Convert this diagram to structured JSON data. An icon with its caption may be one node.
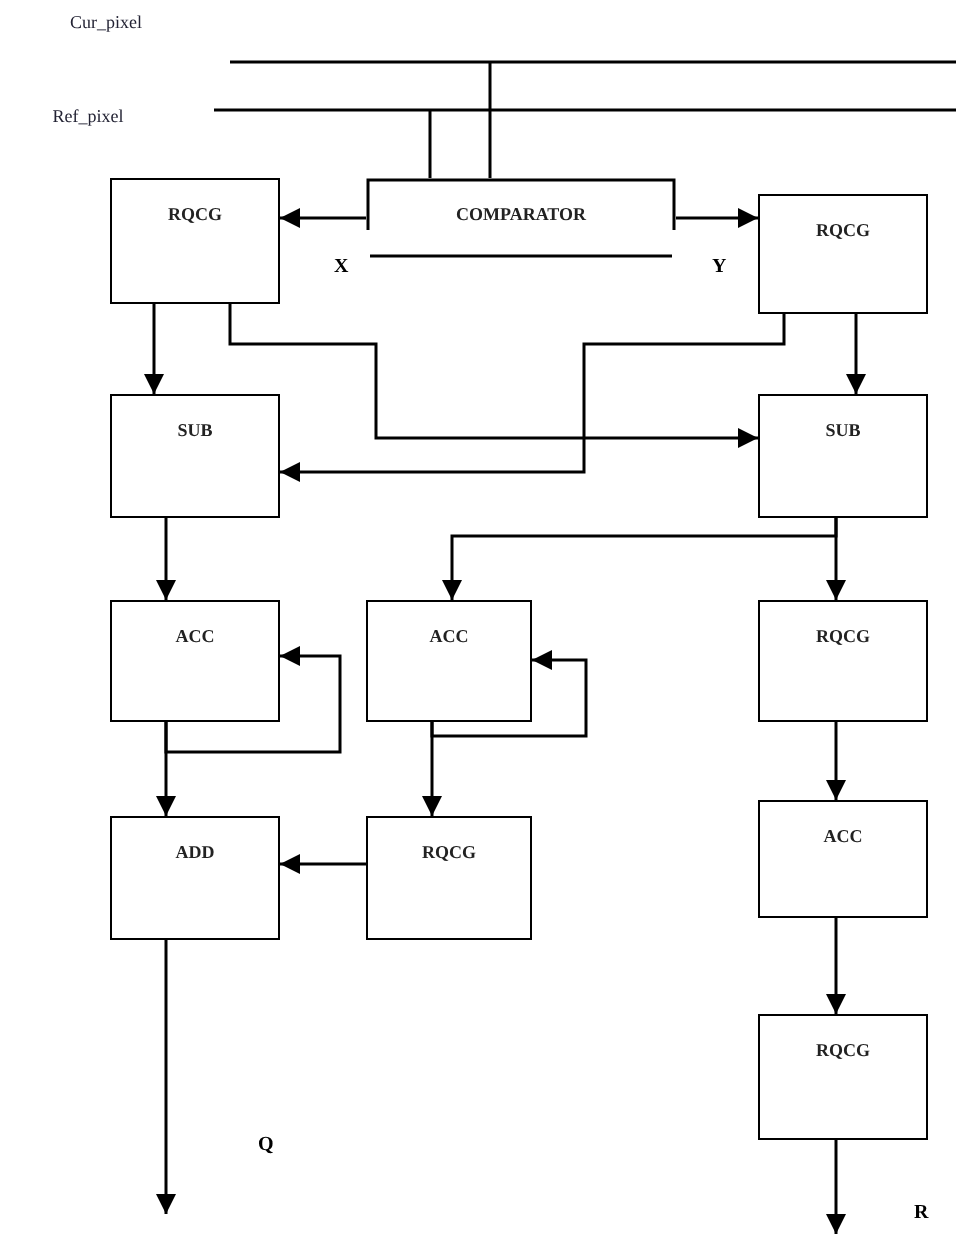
{
  "diagram": {
    "nodes": [
      {
        "text": [
          "Cur_pixel"
        ]
      },
      {
        "text": [
          "Ref_pixel"
        ]
      },
      {
        "text": [
          "RQCG"
        ]
      },
      {
        "text": [
          "COMPARATOR"
        ]
      },
      {
        "text": [
          "RQCG"
        ]
      },
      {
        "text": [
          "SUB"
        ]
      },
      {
        "text": [
          "SUB"
        ]
      },
      {
        "text": [
          "ACC"
        ]
      },
      {
        "text": [
          "ACC"
        ]
      },
      {
        "text": [
          "RQCG"
        ]
      },
      {
        "text": [
          "ADD"
        ]
      },
      {
        "text": [
          "RQCG"
        ]
      },
      {
        "text": [
          "ACC"
        ]
      },
      {
        "text": [
          "RQCG"
        ]
      }
    ],
    "edges": [
      {
        "from": 0,
        "to": 3,
        "arrow": "none"
      },
      {
        "from": 1,
        "to": 3,
        "arrow": "none"
      },
      {
        "from": 3,
        "to": 2,
        "arrow": "to",
        "label": "X"
      },
      {
        "from": 3,
        "to": 4,
        "arrow": "to",
        "label": "Y"
      },
      {
        "from": 2,
        "to": 5,
        "arrow": "to"
      },
      {
        "from": 2,
        "to": 6,
        "arrow": "to"
      },
      {
        "from": 4,
        "to": 5,
        "arrow": "to"
      },
      {
        "from": 4,
        "to": 6,
        "arrow": "to"
      },
      {
        "from": 5,
        "to": 7,
        "arrow": "to"
      },
      {
        "from": 6,
        "to": 8,
        "arrow": "to"
      },
      {
        "from": 6,
        "to": 9,
        "arrow": "to"
      },
      {
        "from": 7,
        "to": 7,
        "arrow": "to"
      },
      {
        "from": 7,
        "to": 10,
        "arrow": "to"
      },
      {
        "from": 8,
        "to": 8,
        "arrow": "to"
      },
      {
        "from": 8,
        "to": 11,
        "arrow": "to"
      },
      {
        "from": 11,
        "to": 10,
        "arrow": "to"
      },
      {
        "from": 9,
        "to": 12,
        "arrow": "to"
      },
      {
        "from": 12,
        "to": 13,
        "arrow": "to"
      },
      {
        "from": 10,
        "to": null,
        "arrow": "to",
        "label": "Q"
      },
      {
        "from": 13,
        "to": null,
        "arrow": "to",
        "label": "R"
      }
    ]
  }
}
